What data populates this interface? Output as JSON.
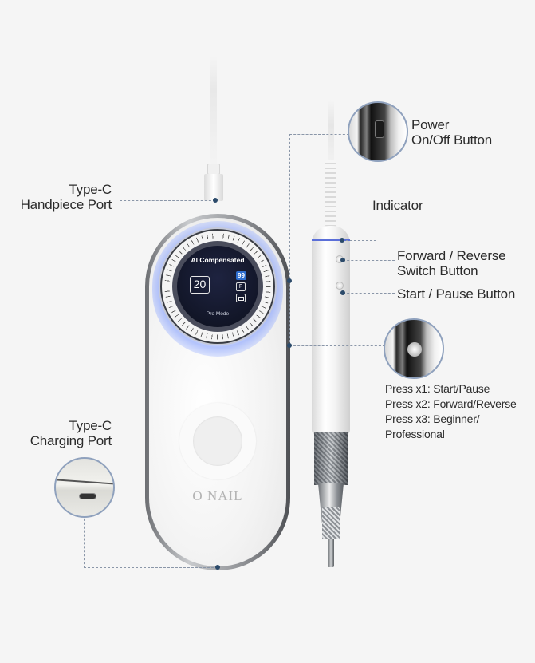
{
  "product": {
    "brand": "O NAIL",
    "screen": {
      "title": "AI Compensated",
      "speed_value": "20",
      "badge_99": "99",
      "badge_f": "F",
      "battery_icon": "battery-icon",
      "mode": "Pro Mode"
    }
  },
  "labels": {
    "handpiece_port": [
      "Type-C",
      "Handpiece Port"
    ],
    "charging_port": [
      "Type-C",
      "Charging Port"
    ],
    "power_button": [
      "Power",
      "On/Off Button"
    ],
    "indicator": "Indicator",
    "forward_reverse": [
      "Forward / Reverse",
      "Switch Button"
    ],
    "start_pause": "Start / Pause Button",
    "press_instructions": [
      "Press x1: Start/Pause",
      "Press x2: Forward/Reverse",
      "Press x3: Beginner/",
      "Professional"
    ]
  },
  "colors": {
    "background": "#f5f5f5",
    "connector": "#8a96a8",
    "connector_dot": "#2b4a6a",
    "indicator_glow": "#5b6fd8",
    "screen_bg": "#121628",
    "badge_blue": "#2f6fd0"
  }
}
